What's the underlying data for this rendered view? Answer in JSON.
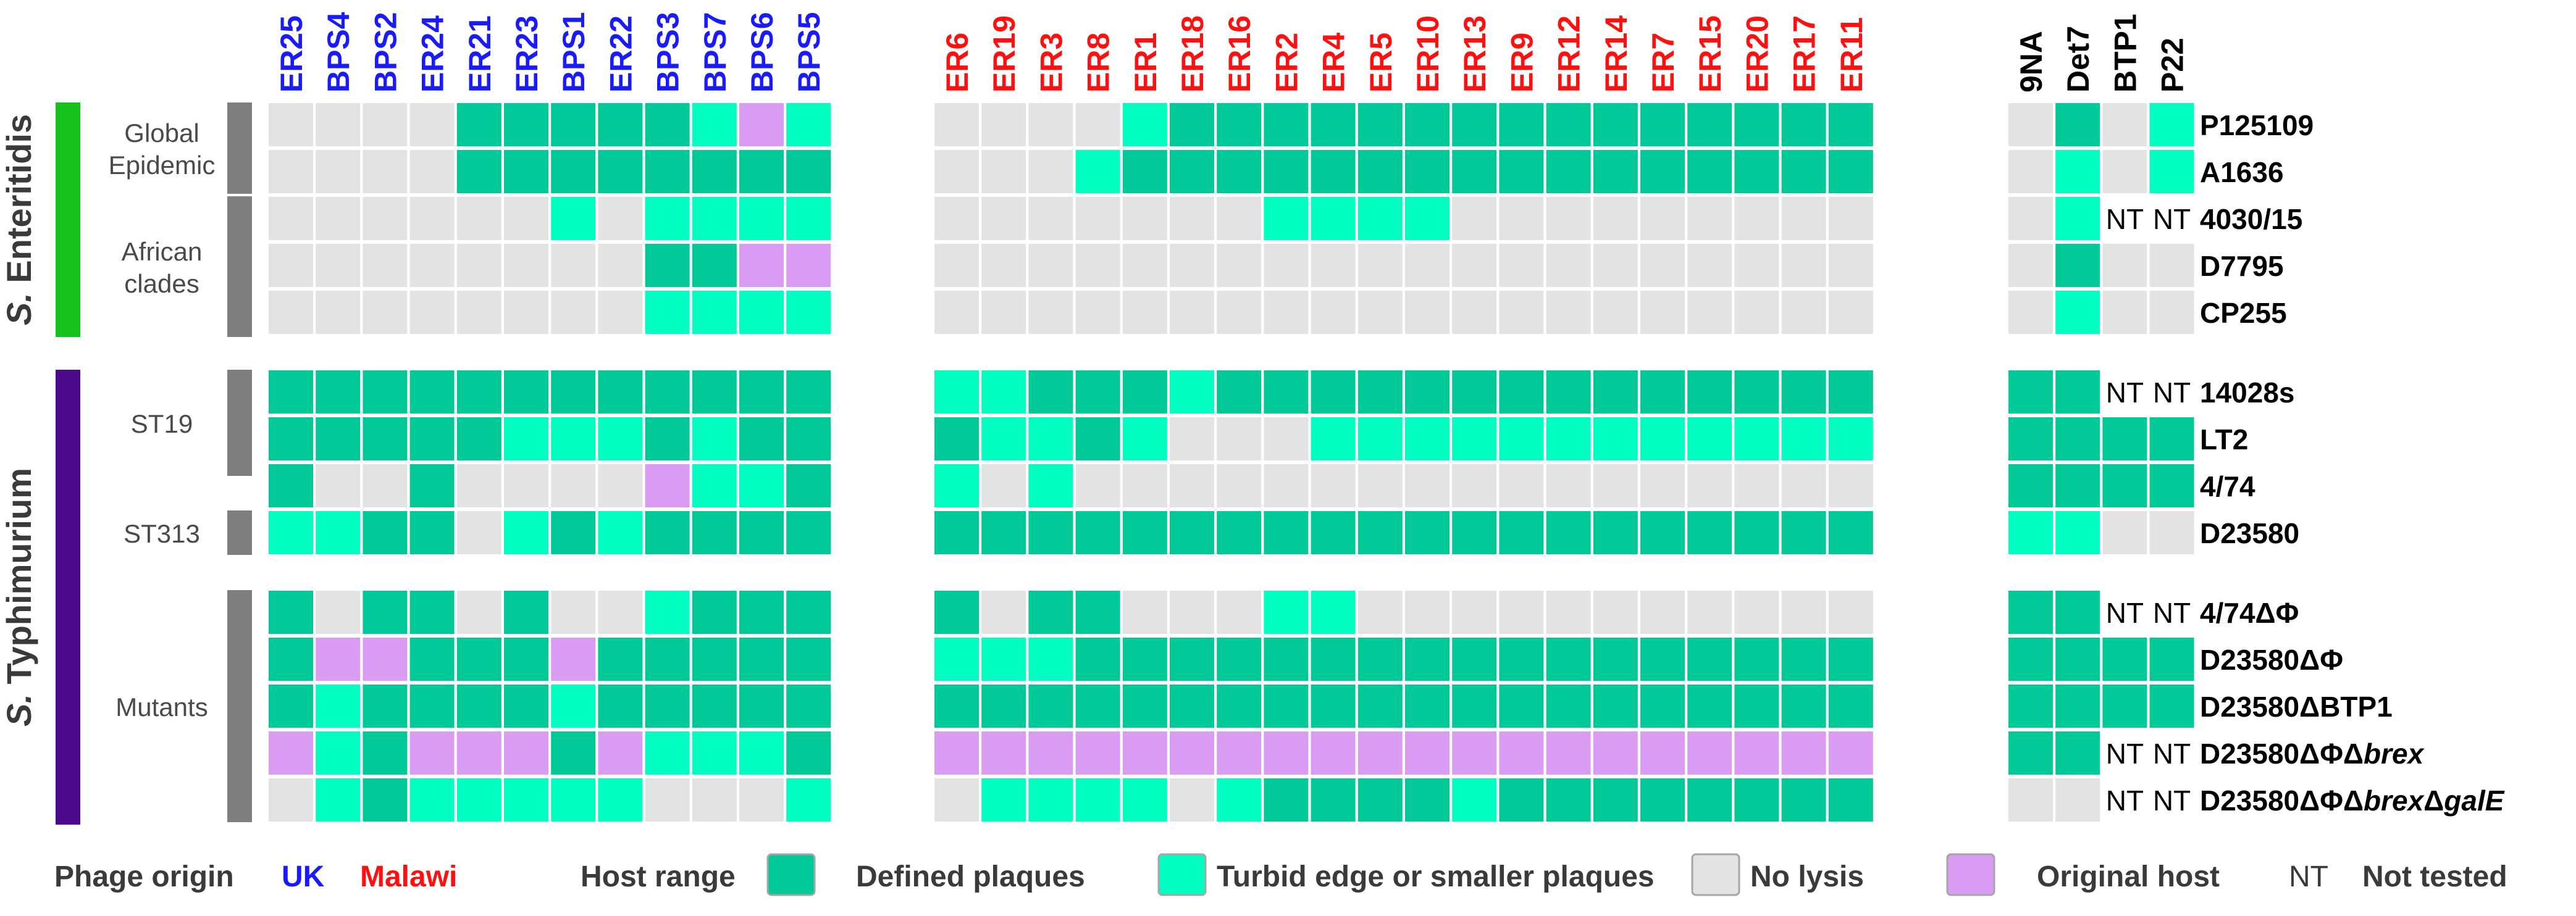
{
  "chart_data": {
    "type": "heatmap",
    "colors": {
      "D": "#00c896",
      "T": "#00ffc0",
      "N": "#e3e3e3",
      "O": "#d99cf2",
      "uk": "#1a1aff",
      "malawi": "#ff0f0f",
      "enteritidis_bar": "#17c21f",
      "typhimurium_bar": "#4b0a8c",
      "group_bar": "#7f7f7f",
      "text": "#000000",
      "cell_border": "#a6a6a6"
    },
    "columns_uk": [
      "ER25",
      "BPS4",
      "BPS2",
      "ER24",
      "ER21",
      "ER23",
      "BPS1",
      "ER22",
      "BPS3",
      "BPS7",
      "BPS6",
      "BPS5"
    ],
    "columns_malawi": [
      "ER6",
      "ER19",
      "ER3",
      "ER8",
      "ER1",
      "ER18",
      "ER16",
      "ER2",
      "ER4",
      "ER5",
      "ER10",
      "ER13",
      "ER9",
      "ER12",
      "ER14",
      "ER7",
      "ER15",
      "ER20",
      "ER17",
      "ER11"
    ],
    "columns_ref": [
      "9NA",
      "Det7",
      "BTP1",
      "P22"
    ],
    "serovars": [
      {
        "label": "S. Enteritidis",
        "color_key": "enteritidis_bar"
      },
      {
        "label": "S. Typhimurium",
        "color_key": "typhimurium_bar"
      }
    ],
    "group_labels": [
      {
        "lines": [
          "Global",
          "Epidemic"
        ]
      },
      {
        "lines": [
          "African",
          "clades"
        ]
      },
      {
        "lines": [
          "ST19"
        ]
      },
      {
        "lines": [
          "ST313"
        ]
      },
      {
        "lines": [
          "Mutants"
        ]
      }
    ],
    "rows": [
      {
        "label": "P125109",
        "uk": "NNNNDDDDDTOT",
        "malawi": "NNNNTDDDDDDDDDDDDDDD",
        "ref": "NDNT"
      },
      {
        "label": "A1636",
        "uk": "NNNNDDDDDDDD",
        "malawi": "NNNTDDDDDDDDDDDDDDDD",
        "ref": "NTNT"
      },
      {
        "label": "4030/15",
        "uk": "NNNNNNTNTTTT",
        "malawi": "NNNNNNNTTTTNNNNNNNNN",
        "ref": "NT--"
      },
      {
        "label": "D7795",
        "uk": "NNNNNNNNDDOO",
        "malawi": "NNNNNNNNNNNNNNNNNNNN",
        "ref": "NDNN"
      },
      {
        "label": "CP255",
        "uk": "NNNNNNNNTTTT",
        "malawi": "NNNNNNNNNNNNNNNNNNNN",
        "ref": "NTNN"
      },
      {
        "label": "14028s",
        "uk": "DDDDDDDDDDDD",
        "malawi": "TTDDDTDDDDDDDDDDDDDD",
        "ref": "DD--"
      },
      {
        "label": "LT2",
        "uk": "DDDDDTTTDTDD",
        "malawi": "DTTDTNNNTTTTTTTTTTTT",
        "ref": "DDDD"
      },
      {
        "label": "4/74",
        "uk": "DNNDNNNNOTTD",
        "malawi": "TNTNNNNNNNNNNNNNNNNN",
        "ref": "DDDD"
      },
      {
        "label": "D23580",
        "uk": "TTDDNTDTDDDD",
        "malawi": "DDDDDDDDDDDDDDDDDDDD",
        "ref": "TTNN"
      },
      {
        "label": "4/74ΔΦ",
        "uk": "DNDDNDNNTDDD",
        "malawi": "DNDDNNNTTNNNNNNNNNNN",
        "ref": "DD--"
      },
      {
        "label": "D23580ΔΦ",
        "uk": "DOODDDODDDDD",
        "malawi": "TTTDDDDDDDDDDDDDDDDD",
        "ref": "DDDD"
      },
      {
        "label": "D23580ΔBTP1",
        "uk": "DTDDDDTDDDDD",
        "malawi": "DDDDDDDDDDDDDDDDDDDD",
        "ref": "DDDD"
      },
      {
        "label": "D23580ΔΦΔ",
        "label_italic": "brex",
        "uk": "OTDOOODOTTTD",
        "malawi": "OOOOOOOOOOOOOOOOOOOO",
        "ref": "DD--"
      },
      {
        "label": "D23580ΔΦΔ",
        "label_italic": "brex",
        "label_tail": "Δ",
        "label_italic2": "galE",
        "uk": "NTDTTTTTNNNT",
        "malawi": "NTTTTNTDDDDTDDDDDDDD",
        "ref": "NN--"
      }
    ],
    "nt_text": "NT",
    "legend": {
      "phage_origin": "Phage origin",
      "uk": "UK",
      "malawi": "Malawi",
      "host_range": "Host range",
      "items": [
        {
          "key": "D",
          "label": "Defined plaques"
        },
        {
          "key": "T",
          "label": "Turbid edge or smaller plaques"
        },
        {
          "key": "N",
          "label": "No lysis"
        },
        {
          "key": "O",
          "label": "Original host"
        }
      ],
      "nt_label": "NT",
      "nt_desc": "Not tested"
    }
  }
}
